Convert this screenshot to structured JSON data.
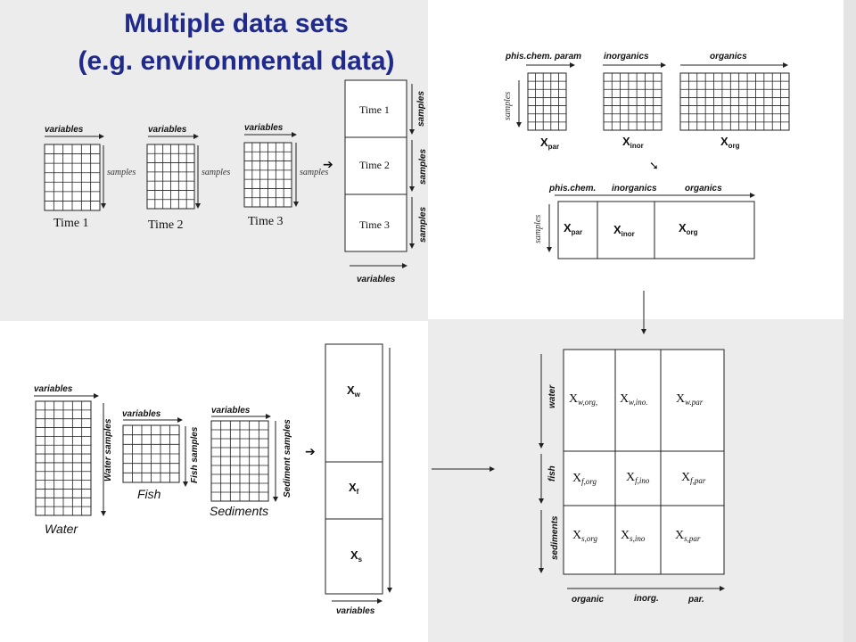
{
  "title": {
    "line1": "Multiple data sets",
    "line2": "(e.g. environmental data)"
  },
  "panel_time": {
    "variables": "variables",
    "samples": "samples",
    "times": [
      "Time 1",
      "Time 2",
      "Time 3"
    ],
    "stack_labels": [
      "Time 1",
      "Time 2",
      "Time 3"
    ],
    "side_samples": "samples",
    "bottom_variables": "variables"
  },
  "panel_blocks": {
    "headers": [
      "phis.chem. param",
      "inorganics",
      "organics"
    ],
    "samples": "samples",
    "matrices": [
      {
        "main": "X",
        "sub": "par"
      },
      {
        "main": "X",
        "sub": "inor"
      },
      {
        "main": "X",
        "sub": "org"
      }
    ],
    "combined_headers": [
      "phis.chem.",
      "inorganics",
      "organics"
    ]
  },
  "panel_compartments": {
    "variables": "variables",
    "side_labels": [
      "Water samples",
      "Fish samples",
      "Sediment samples"
    ],
    "captions": [
      "Water",
      "Fish",
      "Sediments"
    ],
    "stack": [
      {
        "main": "X",
        "sub": "w"
      },
      {
        "main": "X",
        "sub": "f"
      },
      {
        "main": "X",
        "sub": "s"
      }
    ],
    "bottom_variables": "variables"
  },
  "panel_grid": {
    "row_labels": [
      "water",
      "fish",
      "sediments"
    ],
    "col_labels": [
      "organic",
      "inorg.",
      "par."
    ],
    "cells": [
      [
        {
          "main": "X",
          "sub": "w,org,"
        },
        {
          "main": "X",
          "sub": "w,ino."
        },
        {
          "main": "X",
          "sub": "w.par"
        }
      ],
      [
        {
          "main": "X",
          "sub": "f,org"
        },
        {
          "main": "X",
          "sub": "f,ino"
        },
        {
          "main": "X",
          "sub": "f,par"
        }
      ],
      [
        {
          "main": "X",
          "sub": "s,org"
        },
        {
          "main": "X",
          "sub": "s,ino"
        },
        {
          "main": "X",
          "sub": "s,par"
        }
      ]
    ]
  },
  "arrow_glyph": "➔",
  "arrow_down_glyph": "➘"
}
